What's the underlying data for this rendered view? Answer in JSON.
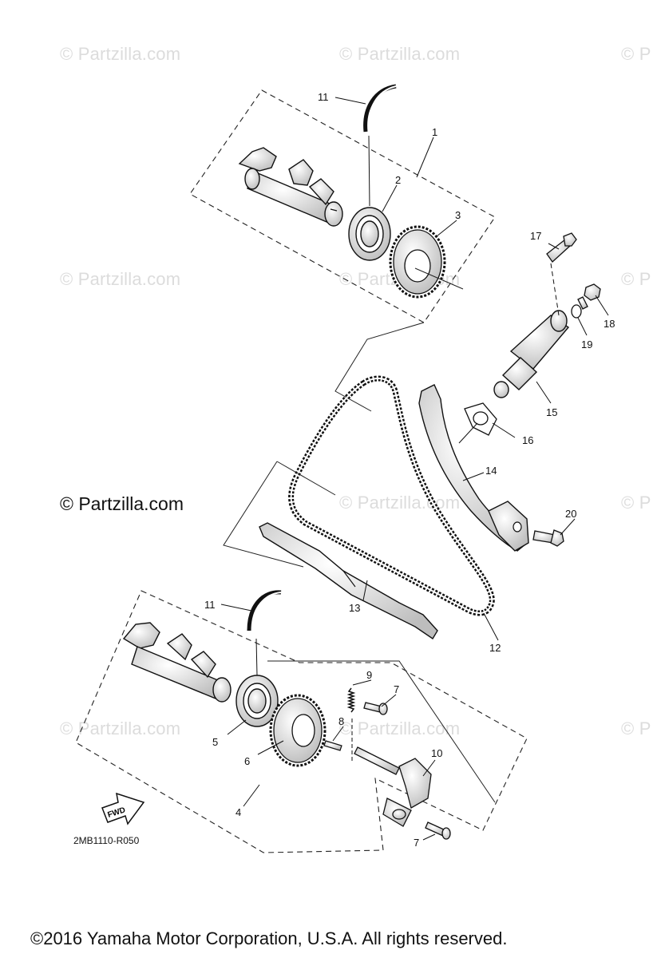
{
  "watermark_text": "© Partzilla.com",
  "watermark_partial": "© P",
  "site_label": "© Partzilla.com",
  "diagram_code": "2MB1110-R050",
  "fwd_label": "FWD",
  "copyright": "©2016  Yamaha Motor Corporation, U.S.A. All rights reserved.",
  "callouts": [
    "1",
    "2",
    "3",
    "4",
    "5",
    "6",
    "7",
    "7",
    "8",
    "9",
    "10",
    "11",
    "11",
    "12",
    "13",
    "14",
    "15",
    "16",
    "17",
    "18",
    "19",
    "20"
  ]
}
